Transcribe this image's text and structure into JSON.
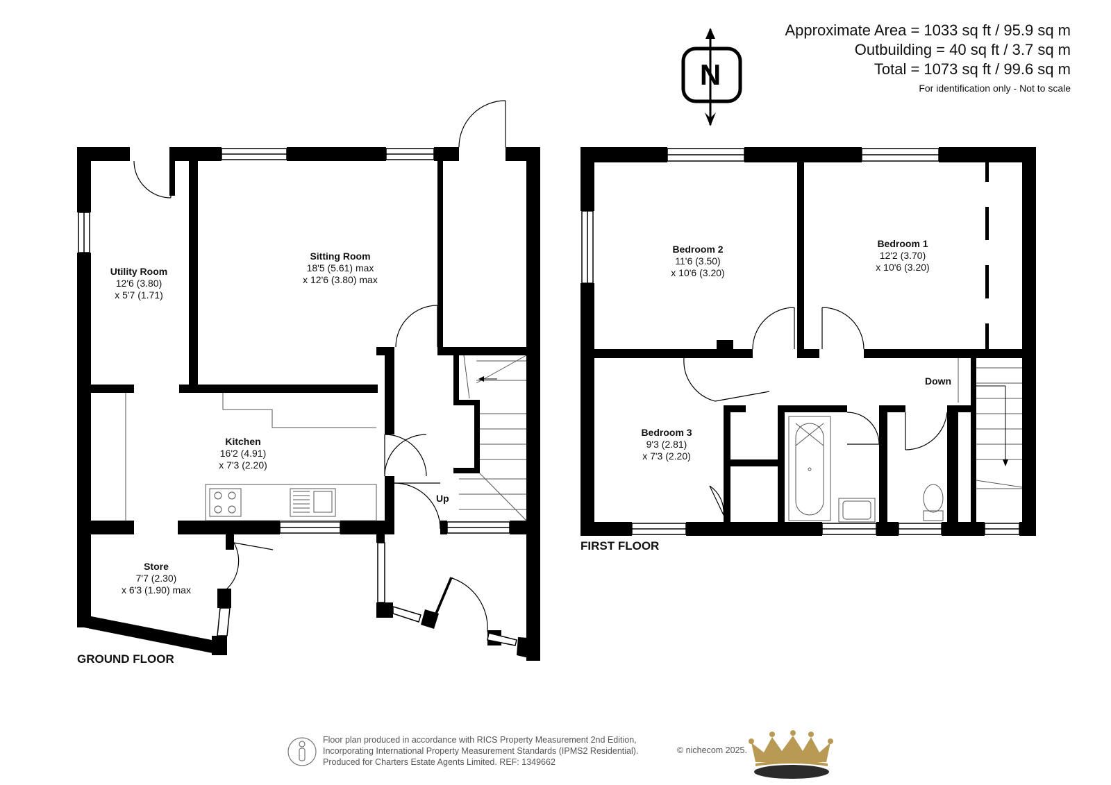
{
  "area": {
    "approx": "Approximate Area = 1033 sq ft / 95.9 sq m",
    "outbuilding": "Outbuilding = 40 sq ft / 3.7 sq m",
    "total": "Total = 1073 sq ft / 99.6 sq m",
    "note": "For identification only - Not to scale"
  },
  "compass": {
    "letter": "N",
    "icon": "north-compass-icon"
  },
  "ground_floor": {
    "title": "GROUND FLOOR",
    "rooms": [
      {
        "name": "Utility Room",
        "dim1": "12'6 (3.80)",
        "dim2": "x 5'7 (1.71)"
      },
      {
        "name": "Sitting Room",
        "dim1": "18'5 (5.61) max",
        "dim2": "x 12'6 (3.80) max"
      },
      {
        "name": "Kitchen",
        "dim1": "16'2 (4.91)",
        "dim2": "x 7'3 (2.20)"
      },
      {
        "name": "Store",
        "dim1": "7'7 (2.30)",
        "dim2": "x 6'3 (1.90) max"
      }
    ],
    "stairs": "Up"
  },
  "first_floor": {
    "title": "FIRST FLOOR",
    "rooms": [
      {
        "name": "Bedroom 2",
        "dim1": "11'6 (3.50)",
        "dim2": "x 10'6 (3.20)"
      },
      {
        "name": "Bedroom 1",
        "dim1": "12'2 (3.70)",
        "dim2": "x 10'6 (3.20)"
      },
      {
        "name": "Bedroom 3",
        "dim1": "9'3 (2.81)",
        "dim2": "x 7'3 (2.20)"
      }
    ],
    "stairs": "Down"
  },
  "footer": {
    "line1": "Floor plan produced in accordance with RICS Property Measurement 2nd Edition,",
    "line2": "Incorporating International Property Measurement Standards (IPMS2 Residential).",
    "line3": "Produced for Charters Estate Agents Limited.   REF: 1349662",
    "credit": "© nichecom 2025.",
    "icon": "person-icon",
    "logo": "crown-logo"
  },
  "colors": {
    "wall": "#000000",
    "logo_gold": "#b89a55",
    "logo_dark": "#2a2a2a"
  }
}
